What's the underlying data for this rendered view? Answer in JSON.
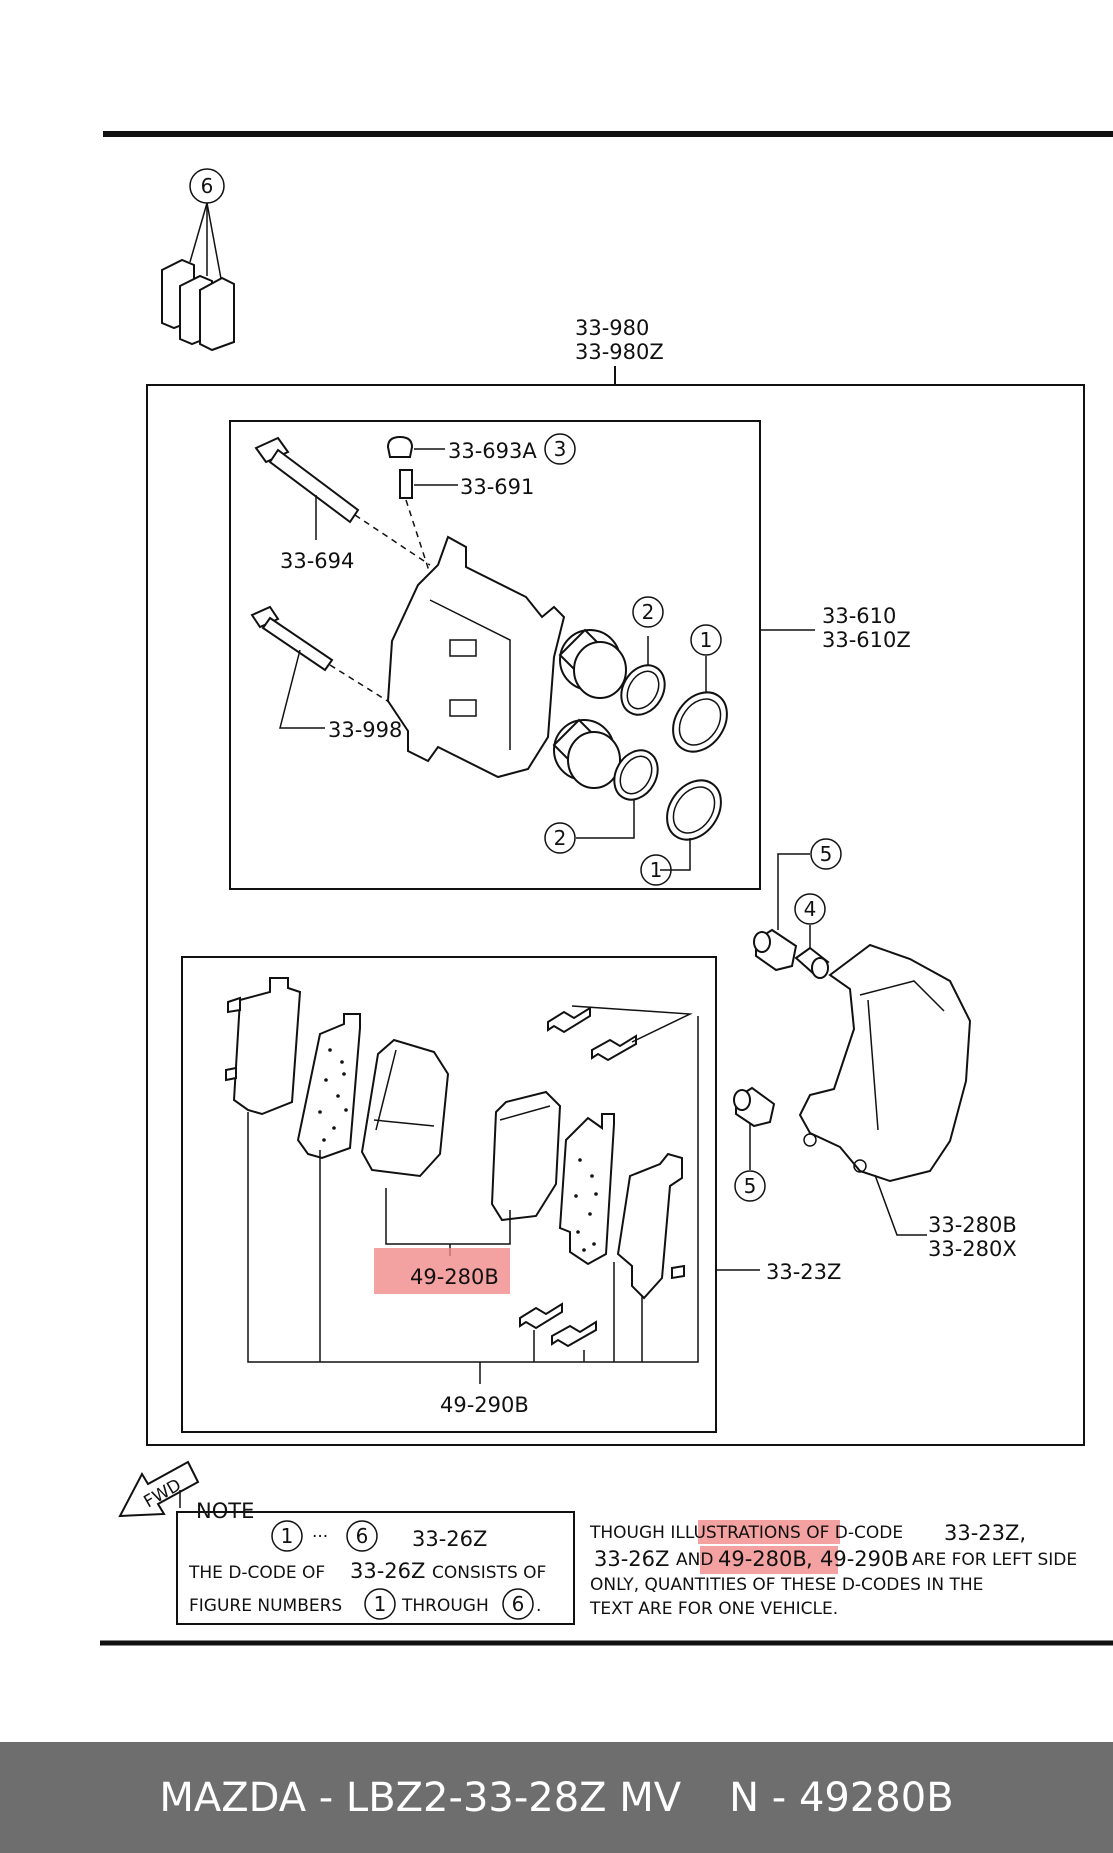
{
  "labels": {
    "assembly_main": "33-980",
    "assembly_main_z": "33-980Z",
    "cap": "33-693A",
    "bleeder": "33-691",
    "guide_pin_top": "33-694",
    "guide_pin_bottom": "33-998",
    "caliper": "33-610",
    "caliper_z": "33-610Z",
    "bracket": "33-280B",
    "bracket_x": "33-280X",
    "pad_kit": "33-23Z",
    "pads_highlighted": "49-280B",
    "shims": "49-290B"
  },
  "callouts": {
    "c1": "1",
    "c2": "2",
    "c3": "3",
    "c4": "4",
    "c5": "5",
    "c6": "6"
  },
  "note": {
    "fwd": "FWD",
    "heading": "NOTE",
    "range_from": "1",
    "range_sep": "···",
    "range_to": "6",
    "range_code": "33-26Z",
    "line1a": "THE D-CODE OF",
    "line1b": "33-26Z",
    "line1c": "CONSISTS OF",
    "line2a": "FIGURE NUMBERS",
    "line2b": "1",
    "line2c": "THROUGH",
    "line2d": "6",
    "line2e": "."
  },
  "remark": {
    "l1a": "THOUGH ILLUSTRATIONS OF D-CODE",
    "l1b": "33-23Z,",
    "l2a": "33-26Z",
    "l2b": "AND",
    "l2c": "49-280B",
    "l2d": ",",
    "l2e": "49-290B",
    "l2f": "ARE FOR LEFT SIDE",
    "l3": "ONLY, QUANTITIES OF THESE D-CODES IN THE",
    "l4": "TEXT ARE FOR ONE VEHICLE."
  },
  "footer": {
    "left": "MAZDA - LBZ2-33-28Z MV",
    "right": "N - 49280B"
  },
  "colors": {
    "highlight": "#f08a8a",
    "footer_bg": "#6e6e6e"
  }
}
